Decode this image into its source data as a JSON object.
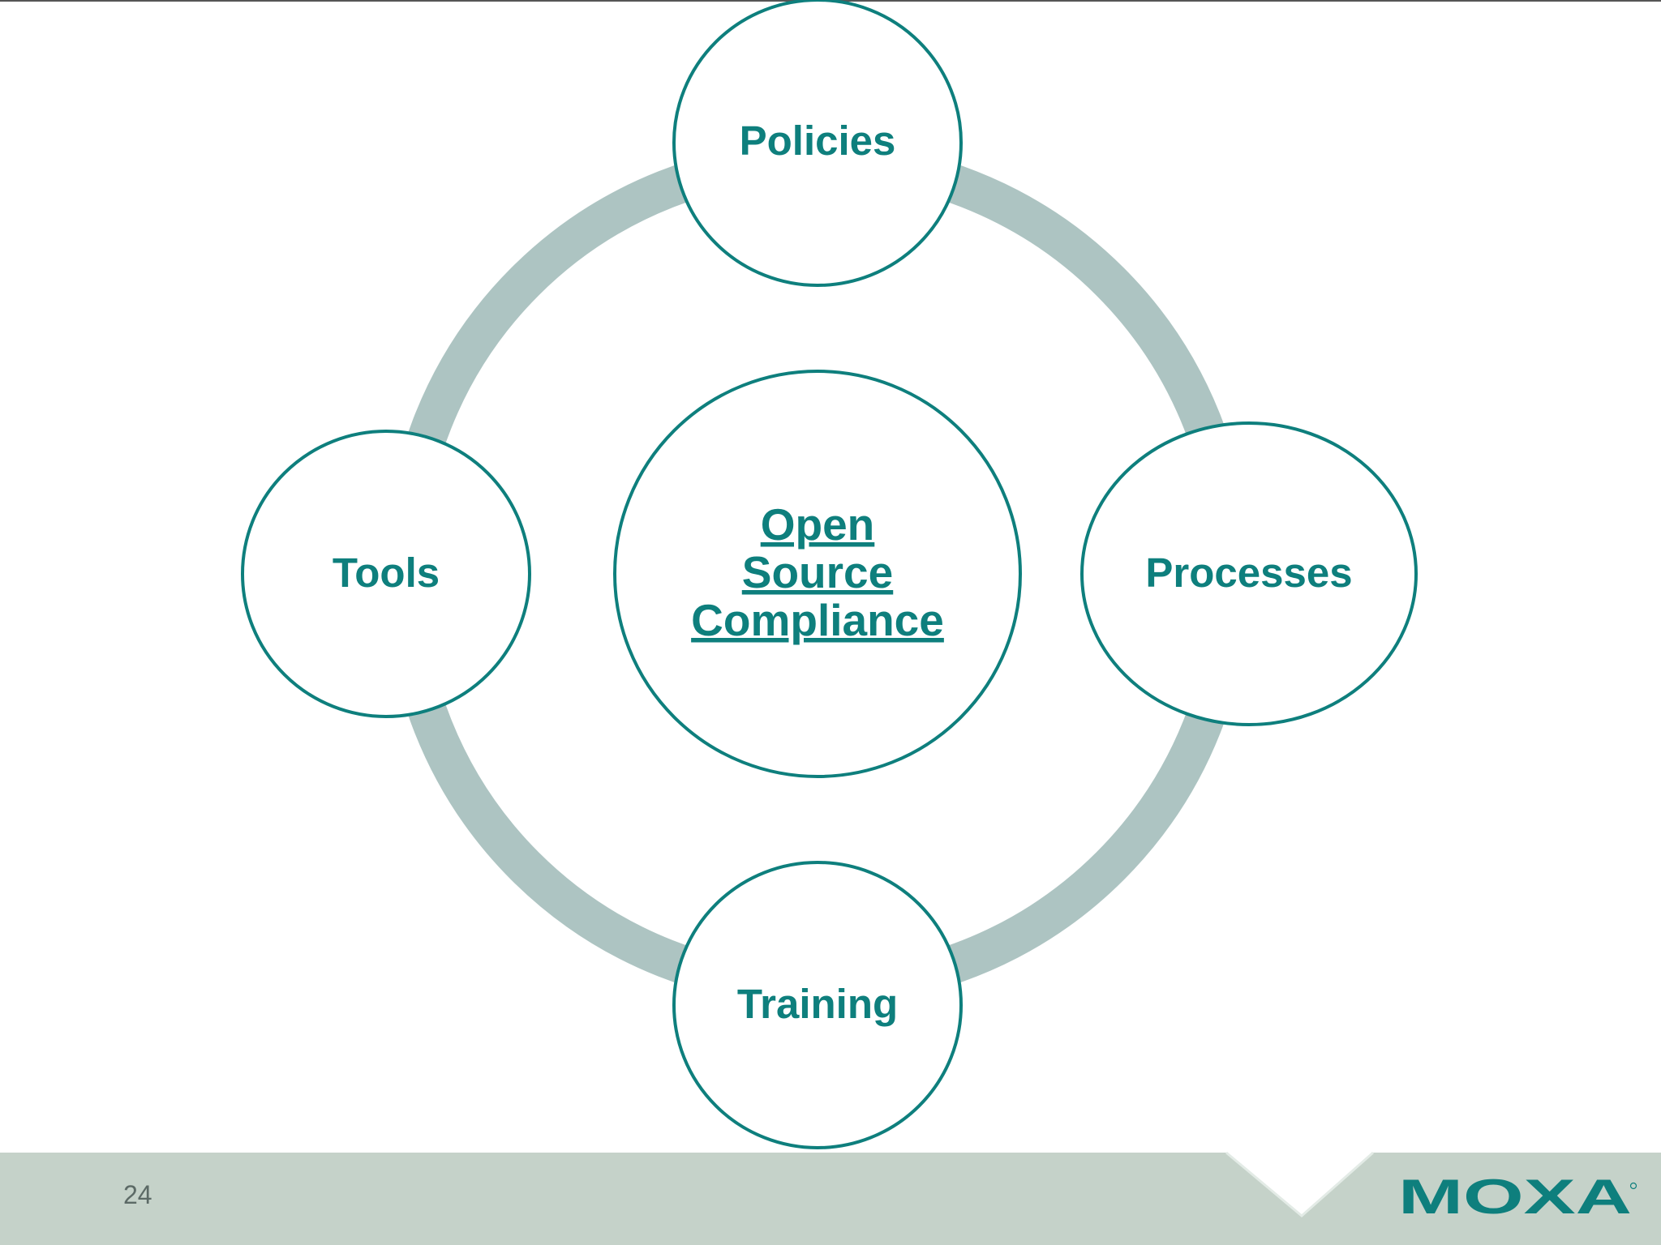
{
  "colors": {
    "accent": "#0e7f7d",
    "ring": "#adc4c2",
    "footer": "#c5d2c9",
    "background": "#ffffff",
    "page_number": "#5c6a66"
  },
  "diagram": {
    "center": {
      "lines": [
        "Open",
        "Source",
        "Compliance"
      ]
    },
    "nodes": [
      {
        "id": "policies",
        "label": "Policies"
      },
      {
        "id": "processes",
        "label": "Processes"
      },
      {
        "id": "training",
        "label": "Training"
      },
      {
        "id": "tools",
        "label": "Tools"
      }
    ]
  },
  "footer": {
    "page_number": "24",
    "logo_text": "MOXA"
  }
}
